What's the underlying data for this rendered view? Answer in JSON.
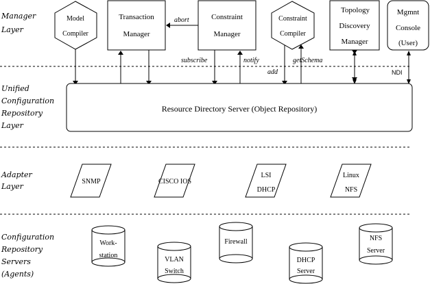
{
  "layers": {
    "manager": [
      "Manager",
      "Layer"
    ],
    "repository": [
      "Unified",
      "Configuration",
      "Repository",
      "Layer"
    ],
    "adapter": [
      "Adapter",
      "Layer"
    ],
    "servers": [
      "Configuration",
      "Repository",
      "Servers",
      "(Agents)"
    ]
  },
  "managers": {
    "model_compiler": [
      "Model",
      "Compiler"
    ],
    "transaction_manager": [
      "Transaction",
      "Manager"
    ],
    "constraint_manager": [
      "Constraint",
      "Manager"
    ],
    "constraint_compiler": [
      "Constraint",
      "Compiler"
    ],
    "topology_manager": [
      "Topology",
      "Discovery",
      "Manager"
    ],
    "mgmt_console": [
      "Mgmnt",
      "Console",
      "(User)"
    ]
  },
  "edges": {
    "abort": "abort",
    "subscribe": "subscribe",
    "notify": "notify",
    "add": "add",
    "getSchema": "getSchema",
    "ndi": "NDI"
  },
  "repository_server": "Resource Directory Server (Object Repository)",
  "adapters": [
    [
      "SNMP"
    ],
    [
      "CISCO IOS"
    ],
    [
      "LSI",
      "DHCP"
    ],
    [
      "Linux",
      "NFS"
    ]
  ],
  "servers": [
    [
      "Work-",
      "station"
    ],
    [
      "VLAN",
      "Switch"
    ],
    [
      "Firewall"
    ],
    [
      "DHCP",
      "Server"
    ],
    [
      "NFS",
      "Server"
    ]
  ]
}
